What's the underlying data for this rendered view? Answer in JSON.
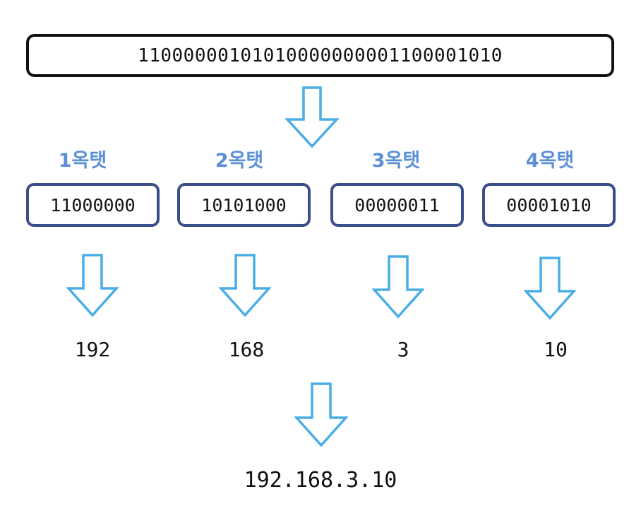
{
  "binary_address": "11000000101010000000001100001010",
  "octets": [
    {
      "label": "1옥탯",
      "binary": "11000000",
      "decimal": "192"
    },
    {
      "label": "2옥탯",
      "binary": "10101000",
      "decimal": "168"
    },
    {
      "label": "3옥탯",
      "binary": "00000011",
      "decimal": "3"
    },
    {
      "label": "4옥탯",
      "binary": "00001010",
      "decimal": "10"
    }
  ],
  "dotted_decimal": "192.168.3.10",
  "colors": {
    "arrow": "#4aaee6",
    "octet_label": "#5b8fd6",
    "octet_border": "#3a4f8a",
    "main_border": "#111111"
  }
}
